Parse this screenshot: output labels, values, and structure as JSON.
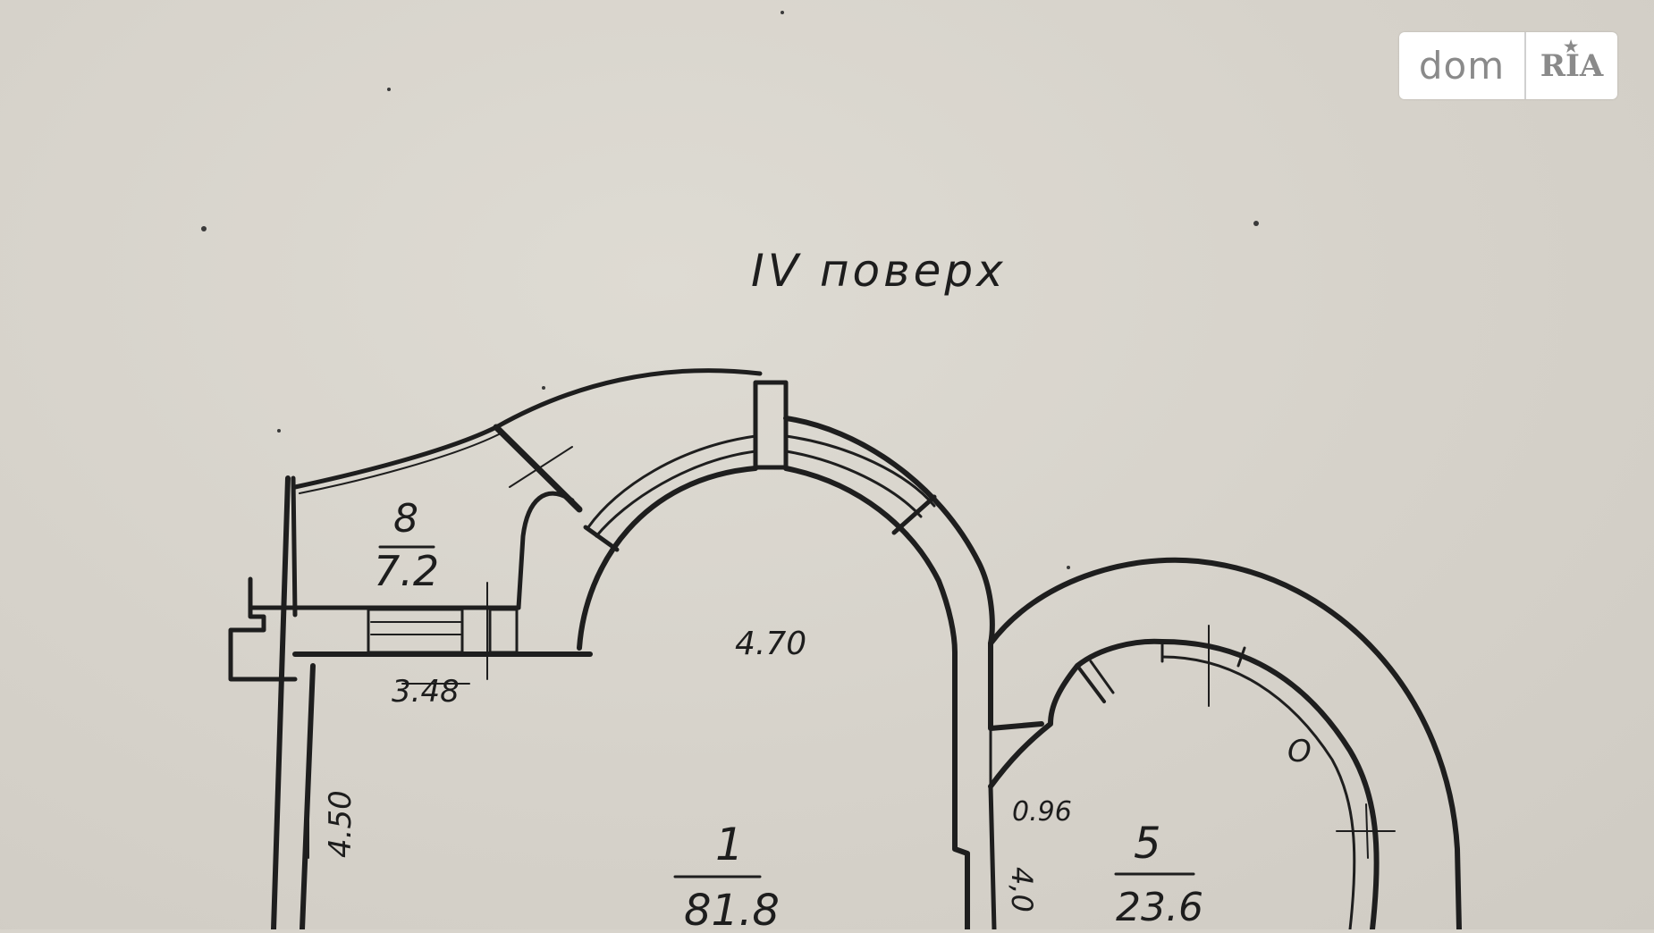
{
  "plan": {
    "floor_title": "IV поверх",
    "rooms": [
      {
        "number": "8",
        "area": "7.2"
      },
      {
        "number": "1",
        "area": "81.8"
      },
      {
        "number": "5",
        "area": "23.6"
      }
    ],
    "dimensions": {
      "d_470": "4.70",
      "d_348": "3.48",
      "d_450": "4.50",
      "d_096": "0.96",
      "d_side": "4,0"
    },
    "fixture_mark": "O"
  },
  "watermark": {
    "brand_dom": "dom",
    "brand_ria": "RIA"
  }
}
